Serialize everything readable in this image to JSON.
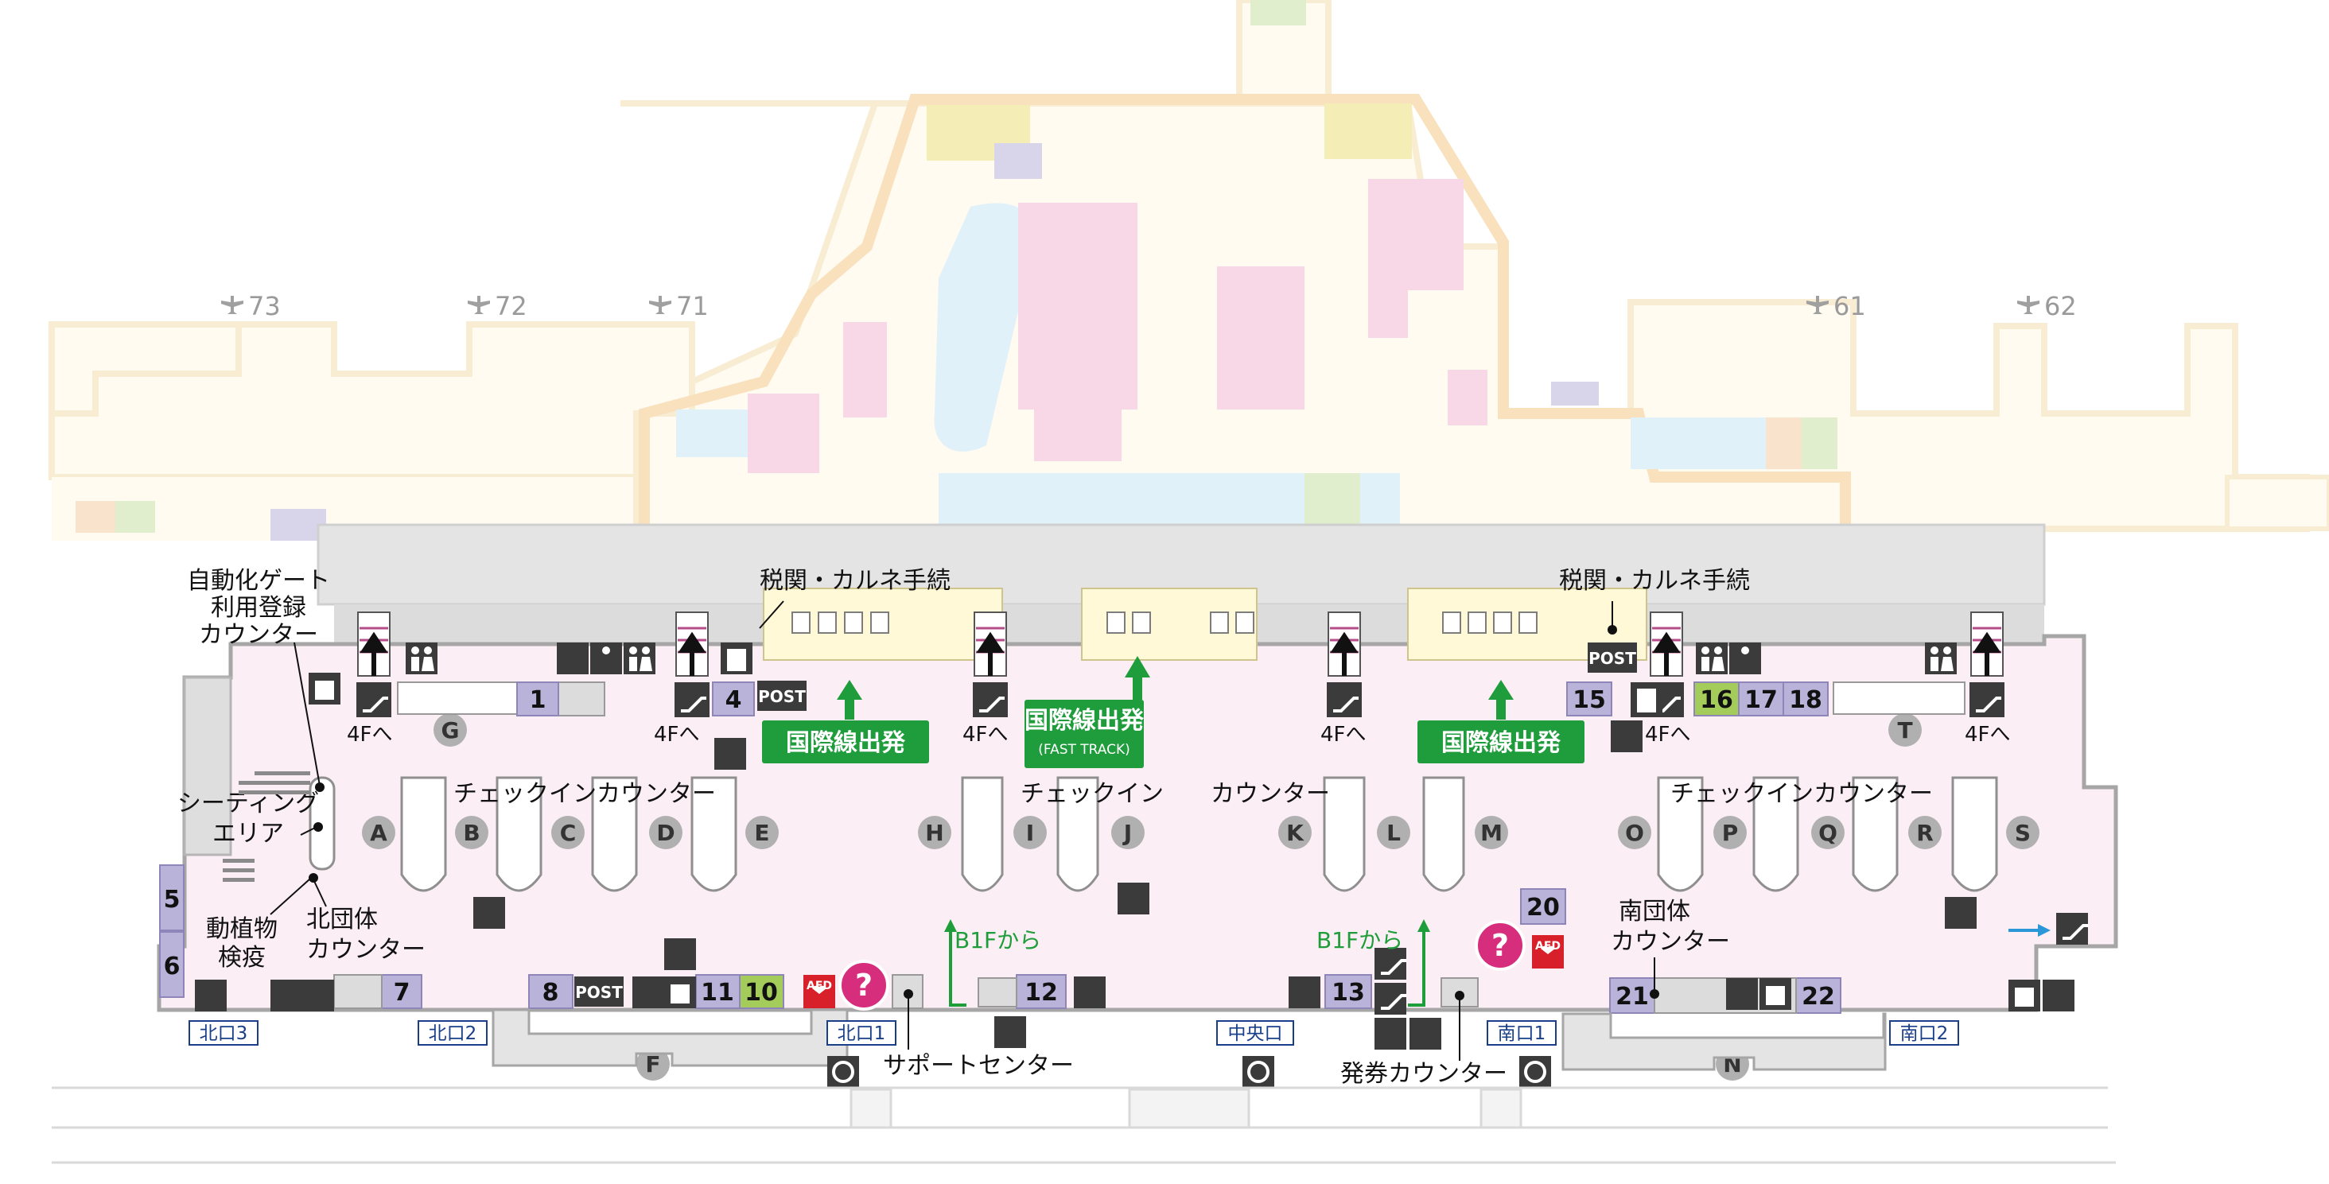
{
  "colors": {
    "floor": "#fbeef4",
    "outline": "#a6a6a6",
    "upper_outline": "#f6d7a8",
    "counter_purple": "#b9b2d9",
    "counter_green": "#a4cc5a",
    "exit_green": "#1f9c3b",
    "icon_dark": "#3b3b3b",
    "info_magenta": "#d62d7c",
    "aed_red": "#d8202a",
    "exit_blue": "#1a3f8a"
  },
  "gates": [
    "73",
    "72",
    "71",
    "61",
    "62"
  ],
  "labels": {
    "auto_gate_1": "自動化ゲート",
    "auto_gate_2": "利用登録",
    "auto_gate_3": "カウンター",
    "customs_left": "税関・カルネ手続",
    "customs_right": "税関・カルネ手続",
    "seating_1": "シーティング",
    "seating_2": "エリア",
    "quarantine_1": "動植物",
    "quarantine_2": "検疫",
    "north_group_1": "北団体",
    "north_group_2": "カウンター",
    "south_group_1": "南団体",
    "south_group_2": "カウンター",
    "checkin_left": "チェックインカウンター",
    "checkin_mid": "チェックイン",
    "counter_mid": "カウンター",
    "checkin_right": "チェックインカウンター",
    "support_center": "サポートセンター",
    "ticket_counter": "発券カウンター",
    "b1f_left": "B1Fから",
    "b1f_right": "B1Fから",
    "intl_dep_1": "国際線出発",
    "intl_dep_2": "国際線出発",
    "intl_dep_fast": "国際線出発",
    "fast_track": "(FAST TRACK)",
    "post_1": "POST",
    "post_2": "POST",
    "post_3": "POST",
    "aed_1": "AED",
    "aed_2": "AED"
  },
  "to_4f": [
    "4Fへ",
    "4Fへ",
    "4Fへ",
    "4Fへ",
    "4Fへ",
    "4Fへ"
  ],
  "counter_rows": [
    "A",
    "B",
    "C",
    "D",
    "E",
    "H",
    "I",
    "J",
    "K",
    "L",
    "M",
    "O",
    "P",
    "Q",
    "R",
    "S"
  ],
  "other_rows": [
    "G",
    "T",
    "F",
    "N"
  ],
  "counters": [
    "1",
    "4",
    "5",
    "6",
    "7",
    "8",
    "11",
    "10",
    "12",
    "13",
    "15",
    "16",
    "17",
    "18",
    "20",
    "21",
    "22"
  ],
  "exits": [
    "北口3",
    "北口2",
    "北口1",
    "中央口",
    "南口1",
    "南口2"
  ]
}
